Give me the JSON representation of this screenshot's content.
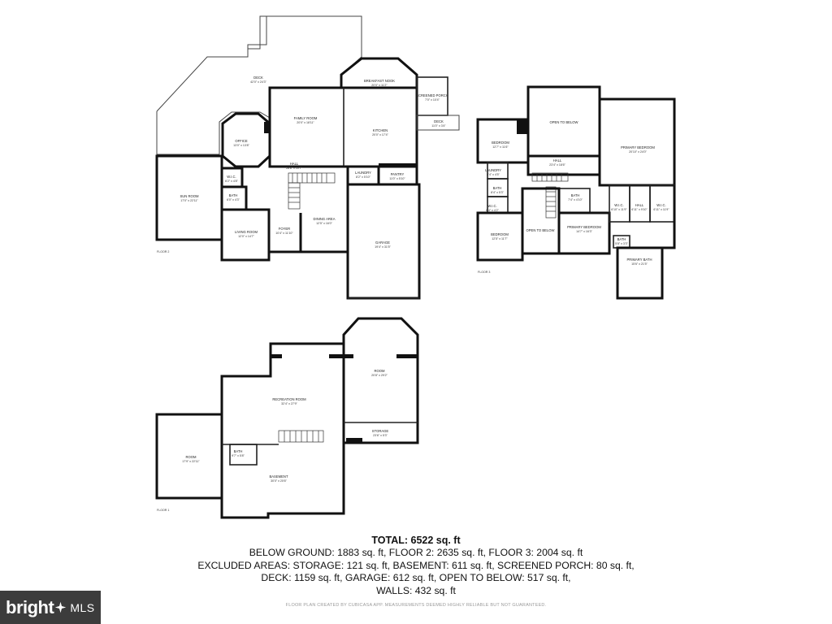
{
  "floors": {
    "floor2": {
      "label": "FLOOR 2",
      "rooms": [
        {
          "key": "deck",
          "name": "DECK",
          "dims": "42'0\" x 24'3\""
        },
        {
          "key": "breakfast",
          "name": "BREAKFAST NOOK",
          "dims": "20'0\" x 11'2\""
        },
        {
          "key": "screened",
          "name": "SCREENED PORCH",
          "dims": "7'0\" x 10'4\""
        },
        {
          "key": "deck_small",
          "name": "DECK",
          "dims": "11'0\" x 3'4\""
        },
        {
          "key": "family",
          "name": "FAMILY ROOM",
          "dims": "20'0\" x 18'11\""
        },
        {
          "key": "kitchen",
          "name": "KITCHEN",
          "dims": "20'0\" x 17'4\""
        },
        {
          "key": "office",
          "name": "OFFICE",
          "dims": "13'0\" x 13'8\""
        },
        {
          "key": "hall",
          "name": "HALL",
          "dims": "28'8\" x 10'7\""
        },
        {
          "key": "laundry",
          "name": "LAUNDRY",
          "dims": "8'2\" x 5'10\""
        },
        {
          "key": "pantry",
          "name": "PANTRY",
          "dims": "11'0\" x 5'10\""
        },
        {
          "key": "wic",
          "name": "W.I.C.",
          "dims": "6'2\" x 4'8\""
        },
        {
          "key": "sunroom",
          "name": "SUN ROOM",
          "dims": "17'0\" x 22'11\""
        },
        {
          "key": "bath",
          "name": "BATH",
          "dims": "6'0\" x 4'3\""
        },
        {
          "key": "living",
          "name": "LIVING ROOM",
          "dims": "12'0\" x 14'7\""
        },
        {
          "key": "foyer",
          "name": "FOYER",
          "dims": "10'4\" x 11'10\""
        },
        {
          "key": "dining",
          "name": "DINING AREA",
          "dims": "12'5\" x 16'0\""
        },
        {
          "key": "garage",
          "name": "GARAGE",
          "dims": "19'4\" x 31'5\""
        }
      ]
    },
    "floor3": {
      "label": "FLOOR 3",
      "rooms": [
        {
          "key": "open_top",
          "name": "OPEN TO BELOW",
          "dims": ""
        },
        {
          "key": "primary_bed",
          "name": "PRIMARY BEDROOM",
          "dims": "20'10\" x 24'0\""
        },
        {
          "key": "bedroom_a",
          "name": "BEDROOM",
          "dims": "12'7\" x 11'6\""
        },
        {
          "key": "hall",
          "name": "HALL",
          "dims": "23'4\" x 18'6\""
        },
        {
          "key": "laundry",
          "name": "LAUNDRY",
          "dims": "8'4\" x 4'5\""
        },
        {
          "key": "bath_a",
          "name": "BATH",
          "dims": "8'4\" x 5'3\""
        },
        {
          "key": "wic_a",
          "name": "W.I.C.",
          "dims": "8'4\" x 4'2\""
        },
        {
          "key": "bath_b",
          "name": "BATH",
          "dims": "7'4\" x 4'10\""
        },
        {
          "key": "wic_b",
          "name": "W.I.C.",
          "dims": "6'10\" x 11'9\""
        },
        {
          "key": "hall_b",
          "name": "HALL",
          "dims": "6'11\" x 9'10\""
        },
        {
          "key": "wic_c",
          "name": "W.I.C.",
          "dims": "6'11\" x 11'9\""
        },
        {
          "key": "bedroom_b",
          "name": "BEDROOM",
          "dims": "12'5\" x 11'7\""
        },
        {
          "key": "open_mid",
          "name": "OPEN TO BELOW",
          "dims": ""
        },
        {
          "key": "primary_bed2",
          "name": "PRIMARY BEDROOM",
          "dims": "14'7\" x 16'3\""
        },
        {
          "key": "bath_c",
          "name": "BATH",
          "dims": "5'8\" x 3'3\""
        },
        {
          "key": "primary_bath",
          "name": "PRIMARY BATH",
          "dims": "15'6\" x 21'5\""
        }
      ]
    },
    "floor1": {
      "label": "FLOOR 1",
      "rooms": [
        {
          "key": "recreation",
          "name": "RECREATION ROOM",
          "dims": "32'4\" x 27'9\""
        },
        {
          "key": "room_a",
          "name": "ROOM",
          "dims": "20'8\" x 29'2\""
        },
        {
          "key": "storage",
          "name": "STORAGE",
          "dims": "23'6\" x 5'3\""
        },
        {
          "key": "room_b",
          "name": "ROOM",
          "dims": "17'9\" x 22'11\""
        },
        {
          "key": "bath",
          "name": "BATH",
          "dims": "9'7\" x 5'8\""
        },
        {
          "key": "basement",
          "name": "BASEMENT",
          "dims": "30'0\" x 20'6\""
        }
      ]
    }
  },
  "summary": {
    "total": "TOTAL: 6522 sq. ft",
    "line1": "BELOW GROUND: 1883 sq. ft, FLOOR 2: 2635 sq. ft, FLOOR 3: 2004 sq. ft",
    "line2": "EXCLUDED AREAS: STORAGE: 121 sq. ft, BASEMENT: 611 sq. ft, SCREENED PORCH: 80 sq. ft,",
    "line3": "DECK: 1159 sq. ft, GARAGE: 612 sq. ft, OPEN TO BELOW: 517 sq. ft,",
    "line4": "WALLS: 432 sq. ft"
  },
  "disclaimer": "FLOOR PLAN CREATED BY CUBICASA APP. MEASUREMENTS DEEMED HIGHLY RELIABLE BUT NOT GUARANTEED.",
  "logo": {
    "word_left": "bright",
    "word_right": "MLS",
    "icon": "bright-mls-star-icon"
  },
  "colors": {
    "wall": "#111111",
    "background": "#ffffff",
    "logo_bg": "#3c3c3c"
  }
}
